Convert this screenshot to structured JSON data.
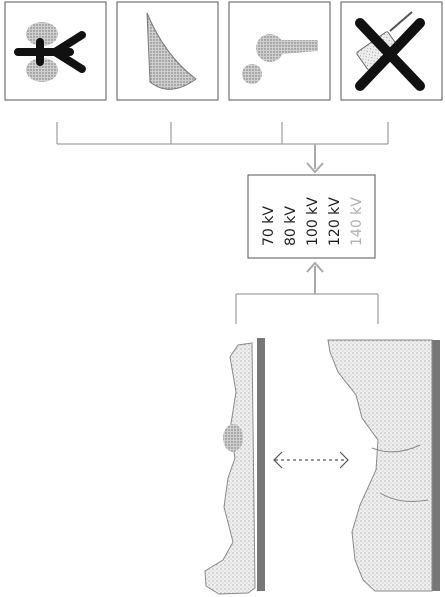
{
  "voltage_box": {
    "options": [
      {
        "label": "70 kV",
        "active": true
      },
      {
        "label": "80 kV",
        "active": true
      },
      {
        "label": "100 kV",
        "active": true
      },
      {
        "label": "120 kV",
        "active": true
      },
      {
        "label": "140 kV",
        "active": false
      }
    ]
  },
  "icons": [
    {
      "name": "kidney-vessels-icon",
      "description_for_agent": "kidneys with vessel"
    },
    {
      "name": "breast-tissue-icon",
      "description_for_agent": "soft tissue wedge"
    },
    {
      "name": "bone-icon",
      "description_for_agent": "long bone"
    },
    {
      "name": "contrast-syringe-crossed-icon",
      "description_for_agent": "syringe crossed out"
    }
  ],
  "figures": [
    {
      "name": "child-patient-figure"
    },
    {
      "name": "adult-patient-figure"
    }
  ],
  "colors": {
    "line": "#8a8a8a",
    "icon_dark": "#1a1a1a",
    "icon_gray": "#8a8a8a",
    "dim_text": "#b0b0b0"
  }
}
